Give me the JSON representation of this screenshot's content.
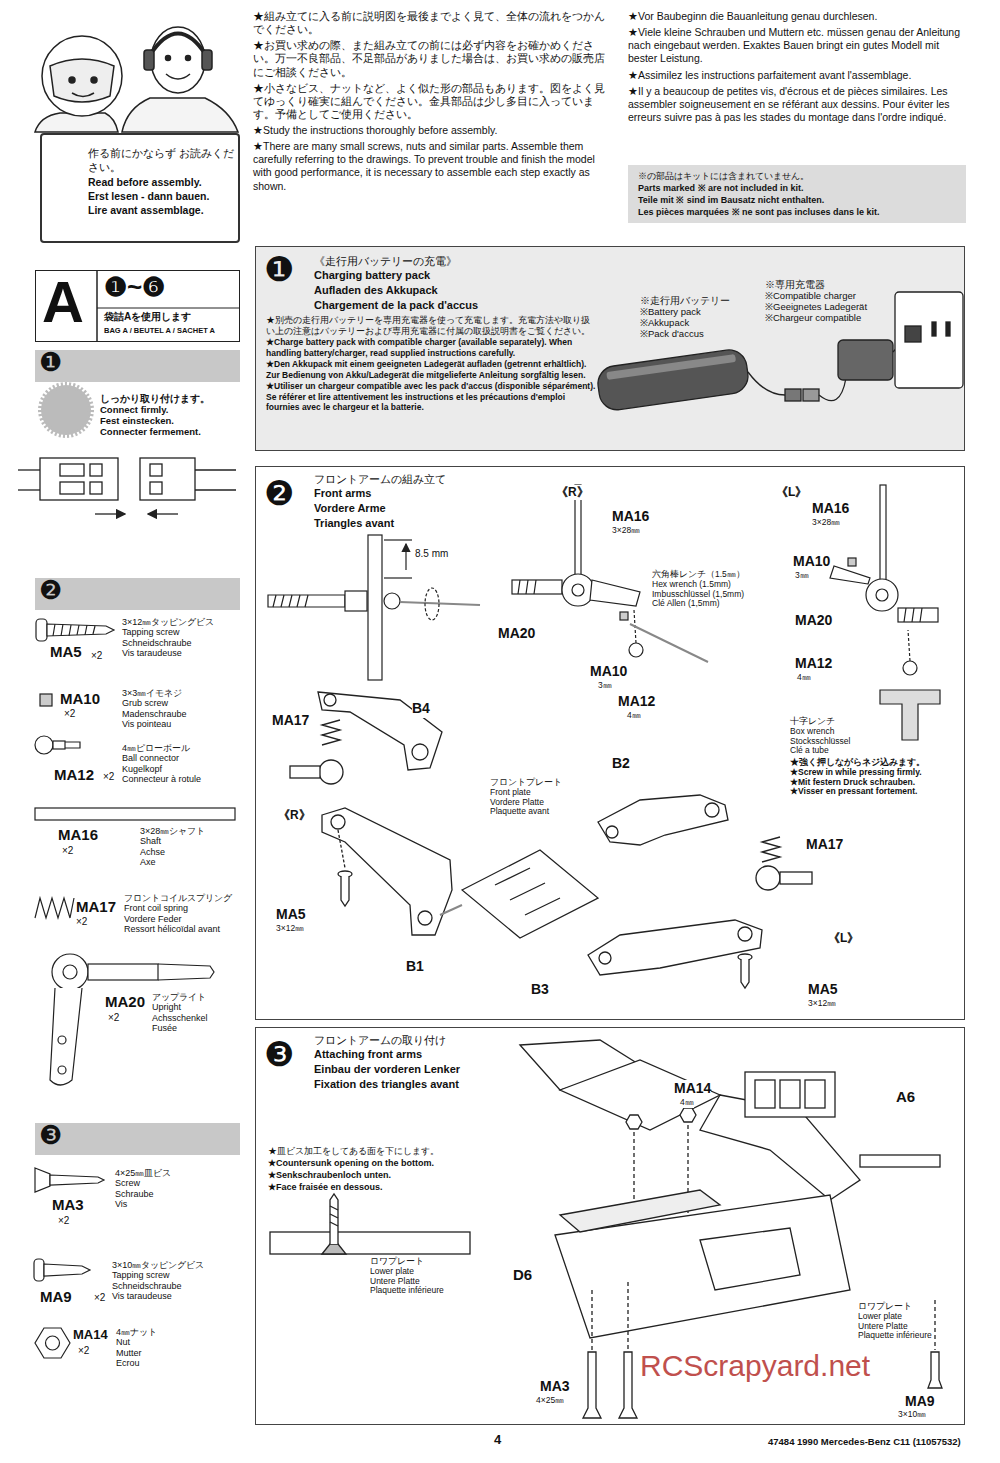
{
  "diagram": {
    "nodes": [
      {
        "text": [
          "作る前にかならず お読みください。",
          "Read before assembly.",
          "Erst lesen - dann bauen.",
          "Lire avant assemblage."
        ]
      },
      {
        "text": [
          "※の部品はキットには含まれていません。",
          "Parts marked ※ are not included in kit.",
          "Teile mit ※ sind im Bausatz nicht enthalten.",
          "Les pièces marquées ※ ne sont pas incluses dans le kit."
        ]
      },
      {
        "text": [
          "A",
          "❶~❻",
          "袋詰Aを使用します",
          "BAG A / BEUTEL A / SACHET A"
        ]
      },
      {
        "text": [
          "❶"
        ]
      },
      {
        "text": [
          "❷"
        ]
      },
      {
        "text": [
          "❸"
        ]
      },
      {
        "text": [
          "❶",
          "《走行用バッテリーの充電》",
          "Charging battery pack",
          "Aufladen des Akkupack",
          "Chargement de la pack d'accus",
          "★別売の走行用バッテリーを専用充電器を使って充電します。充電方法や取り扱い上の注意はバッテリーおよび専用充電器に付属の取扱説明書をご覧ください。",
          "★Charge battery pack with compatible charger (available separately). When handling battery/charger, read supplied instructions carefully.",
          "★Den Akkupack mit einem geeigneten Ladegerät aufladen (getrennt erhältlich). Zur Bedienung von Akku/Ladegerät die mitgelieferte Anleitung sorgfältig lesen.",
          "★Utiliser un chargeur compatible avec les pack d'accus (disponible séparément). Se référer et lire attentivement les instructions et les précautions d'emploi fournies avec le chargeur et la batterie."
        ]
      },
      {
        "text": [
          "❷",
          "フロントアームの組み立て",
          "Front arms",
          "Vordere Arme",
          "Triangles avant"
        ]
      },
      {
        "text": [
          "❸",
          "フロントアームの取り付け",
          "Attaching front arms",
          "Einbau der vorderen Lenker",
          "Fixation des triangles avant",
          "★皿ビス加工をしてある面を下にします。",
          "★Countersunk opening on the bottom.",
          "★Senkschraubenloch unten.",
          "★Face fraisée en dessous."
        ]
      }
    ],
    "labels": [
      "★組み立てに入る前に説明図を最後までよく見て、全体の流れをつかんでください。",
      "★お買い求めの際、また組み立ての前には必ず内容をお確かめください。万一不良部品、不足部品がありました場合は、お買い求めの販売店にご相談ください。",
      "★小さなビス、ナットなど、よく似た形の部品もあります。図をよく見てゆっくり確実に組んでください。金具部品は少し多目に入っています。予備としてご使用ください。",
      "★Study the instructions thoroughly before assembly.",
      "★There are many small screws, nuts and similar parts. Assemble them carefully referring to the drawings. To prevent trouble and finish the model with good performance, it is necessary to assemble each step exactly as shown.",
      "★Vor Baubeginn die Bauanleitung genau durchlesen.",
      "★Viele kleine Schrauben und Muttern etc. müssen genau der Anleitung nach eingebaut werden. Exaktes Bauen bringt ein gutes Modell mit bester Leistung.",
      "★Assimilez les instructions parfaitement avant l'assemblage.",
      "★Il y a beaucoup de petites vis, d'écrous et de pièces similaires. Les assembler soigneusement en se référant aux dessins. Pour éviter les erreurs suivre pas à pas les stades du montage dans l'ordre indiqué.",
      "しっかり取り付けます。",
      "Connect firmly.",
      "Fest einstecken.",
      "Connecter fermement.",
      "3×12㎜タッピングビス",
      "Tapping screw",
      "Schneidschraube",
      "Vis taraudeuse",
      "MA5",
      "×2",
      "3×3㎜イモネジ",
      "Grub screw",
      "Madenschraube",
      "Vis pointeau",
      "MA10",
      "×2",
      "4㎜ピローボール",
      "Ball connector",
      "Kugelkopf",
      "Connecteur à rotule",
      "MA12",
      "×2",
      "3×28㎜シャフト",
      "Shaft",
      "Achse",
      "Axe",
      "MA16",
      "×2",
      "フロントコイルスプリング",
      "Front coil spring",
      "Vordere Feder",
      "Ressort hélicoïdal avant",
      "MA17",
      "×2",
      "アップライト",
      "Upright",
      "Achsschenkel",
      "Fusée",
      "MA20",
      "×2",
      "4×25㎜皿ビス",
      "Screw",
      "Schraube",
      "Vis",
      "MA3",
      "×2",
      "3×10㎜タッピングビス",
      "Tapping screw",
      "Schneidschraube",
      "Vis taraudeuse",
      "MA9",
      "×2",
      "4㎜ナット",
      "Nut",
      "Mutter",
      "Ecrou",
      "MA14",
      "×2",
      "※走行用バッテリー",
      "※Battery pack",
      "※Akkupack",
      "※Pack d'accus",
      "※専用充電器",
      "※Compatible charger",
      "※Geeignetes Ladegerät",
      "※Chargeur compatible",
      "8.5 mm",
      "《R》",
      "《L》",
      "MA16",
      "3×28㎜",
      "MA20",
      "MA10",
      "3㎜",
      "MA12",
      "4㎜",
      "六角棒レンチ（1.5㎜）",
      "Hex wrench (1.5mm)",
      "Imbusschlüssel (1,5mm)",
      "Clé Allen (1,5mm)",
      "MA16",
      "3×28㎜",
      "MA10",
      "3㎜",
      "MA20",
      "MA12",
      "4㎜",
      "十字レンチ",
      "Box wrench",
      "Stocksschlüssel",
      "Clé a tube",
      "★強く押しながらネジ込みます。",
      "★Screw in while pressing firmly.",
      "★Mit festern Druck schrauben.",
      "★Visser en pressant fortement.",
      "B4",
      "MA17",
      "《R》",
      "MA5",
      "3×12㎜",
      "B1",
      "フロントプレート",
      "Front plate",
      "Vordere Platte",
      "Plaquette avant",
      "B2",
      "MA17",
      "《L》",
      "B3",
      "MA5",
      "3×12㎜",
      "ロワプレート",
      "Lower plate",
      "Untere Platte",
      "Plaquette inférieure",
      "MA14",
      "4㎜",
      "A6",
      "D6",
      "ロワプレート",
      "Lower plate",
      "Untere Platte",
      "Plaquette inférieure",
      "MA3",
      "4×25㎜",
      "MA9",
      "3×10㎜",
      "RCScrapyard.net",
      "4",
      "47484 1990 Mercedes-Benz C11 (11057532)"
    ]
  }
}
